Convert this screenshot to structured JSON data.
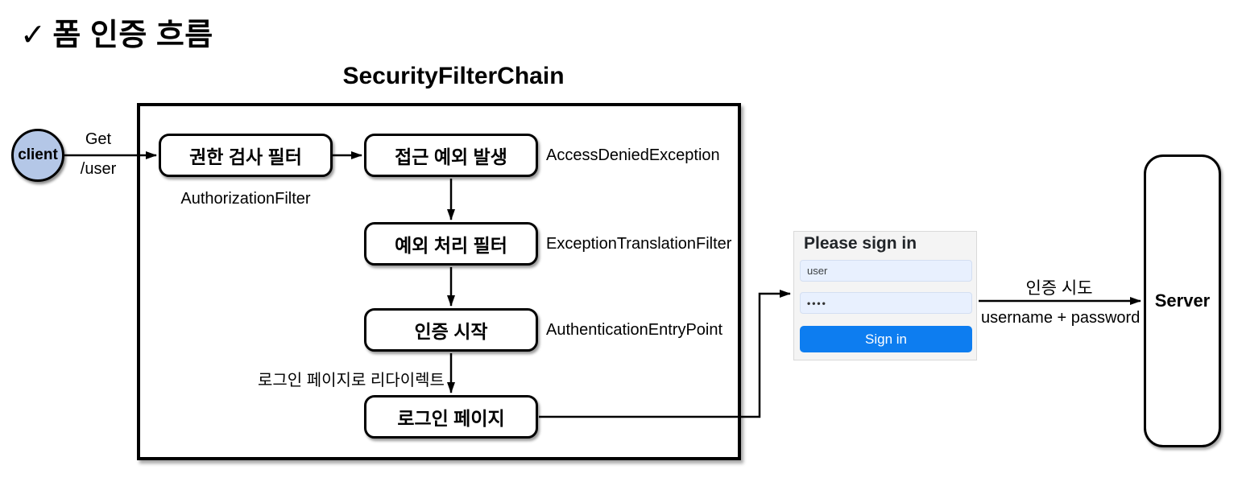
{
  "header": {
    "check": "✓",
    "title": "폼 인증 흐름"
  },
  "diagram": {
    "chain_title": "SecurityFilterChain",
    "client_label": "client",
    "request_line1": "Get",
    "request_line2": "/user",
    "nodes": [
      {
        "label": "권한 검사 필터",
        "annotation": "AuthorizationFilter"
      },
      {
        "label": "접근 예외 발생",
        "annotation": "AccessDeniedException"
      },
      {
        "label": "예외 처리 필터",
        "annotation": "ExceptionTranslationFilter"
      },
      {
        "label": "인증 시작",
        "annotation": "AuthenticationEntryPoint"
      },
      {
        "label": "로그인 페이지",
        "annotation": ""
      }
    ],
    "redirect_label": "로그인 페이지로 리다이렉트",
    "auth_attempt_line1": "인증 시도",
    "auth_attempt_line2": "username + password",
    "server_label": "Server"
  },
  "signin_form": {
    "heading": "Please sign in",
    "username_value": "user",
    "password_value": "••••",
    "button_label": "Sign in"
  },
  "colors": {
    "client_fill": "#b4c7e7",
    "signin_button": "#0d7df0",
    "input_fill": "#e8f0fe",
    "panel_fill": "#f4f4f4"
  }
}
